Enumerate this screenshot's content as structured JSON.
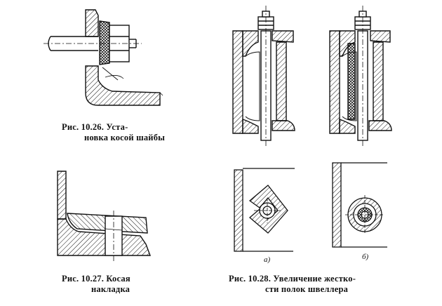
{
  "figures": [
    {
      "id": "10.26",
      "caption_line1": "Рис.   10.26.  Уста-",
      "caption_line2": "новка косой шайбы"
    },
    {
      "id": "10.27",
      "caption_line1": "Рис.   10.27.  Косая",
      "caption_line2": "накладка"
    },
    {
      "id": "10.28",
      "caption_line1": "Рис.   10.28.  Увеличение  жестко-",
      "caption_line2": "сти полок швеллера",
      "variant_a_label": "а)",
      "variant_b_label": "б)"
    }
  ]
}
